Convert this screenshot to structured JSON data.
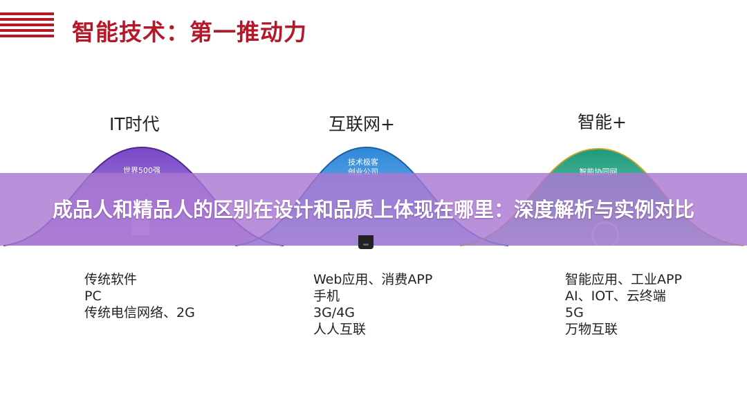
{
  "slide": {
    "title": "智能技术：第一推动力",
    "colors": {
      "accent": "#b3192a",
      "overlay": "#aa78d2",
      "curve1": "#6a3fb5",
      "curve2": "#2a7fd0",
      "curve3": "#1b9a7d"
    }
  },
  "columns": [
    {
      "title": "IT时代",
      "curve_label": "世界500强",
      "items": [
        "传统软件",
        "PC",
        "传统电信网络、2G"
      ]
    },
    {
      "title": "互联网+",
      "curve_label": "技术极客\n创业公司",
      "items": [
        "Web应用、消费APP",
        "手机",
        "3G/4G",
        "人人互联"
      ]
    },
    {
      "title": "智能+",
      "curve_label": "智能协同网",
      "items": [
        "智能应用、工业APP",
        "AI、IOT、云终端",
        "5G",
        "万物互联"
      ]
    }
  ],
  "overlay": {
    "title": "成品人和精品人的区别在设计和品质上体现在哪里：深度解析与实例对比"
  }
}
